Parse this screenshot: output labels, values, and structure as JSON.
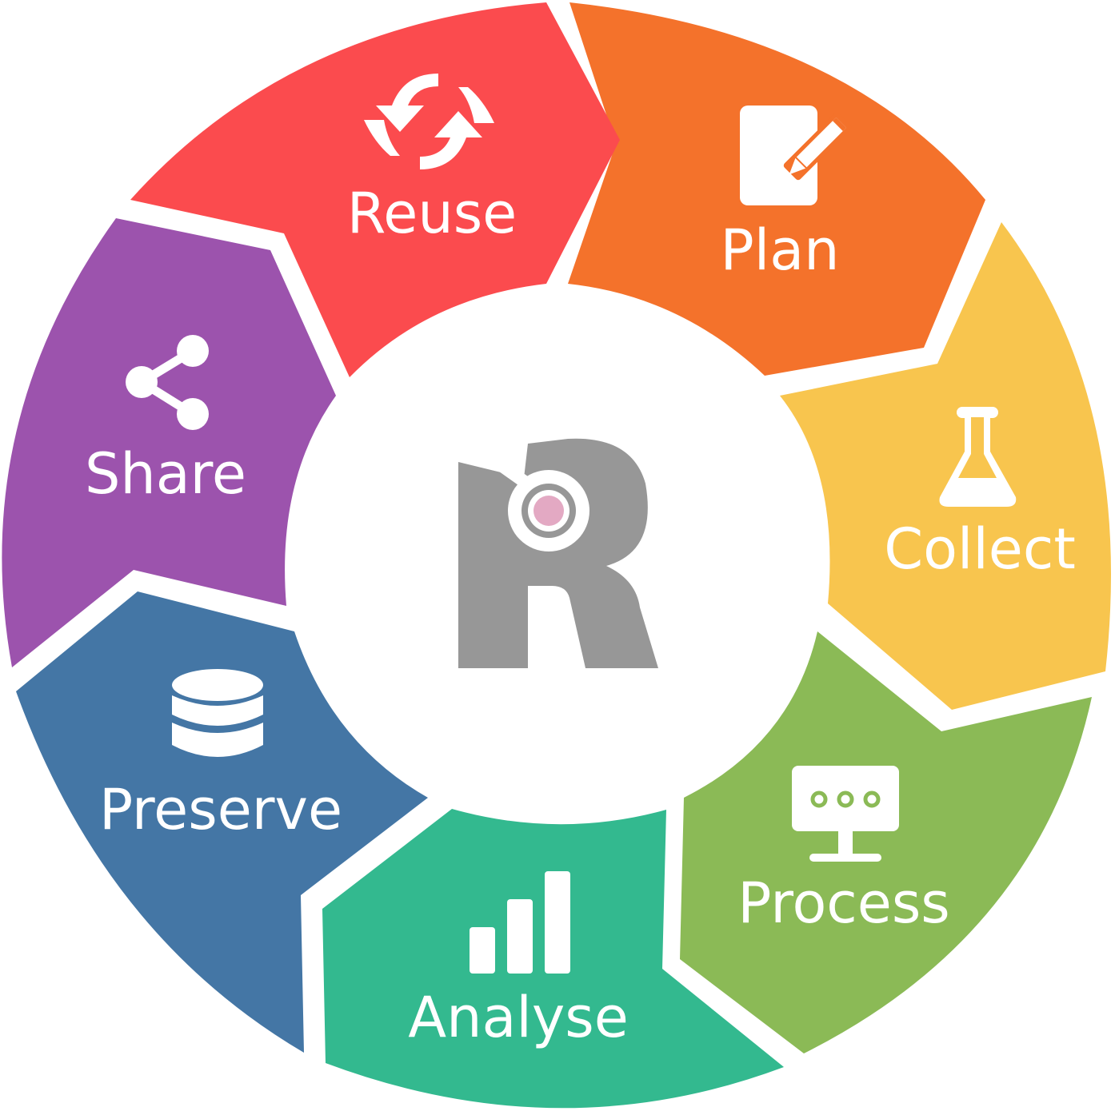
{
  "diagram": {
    "center_logo": {
      "letter": "R",
      "color": "#979797",
      "dot_color": "#e3a9c3"
    },
    "segments": [
      {
        "id": "plan",
        "label": "Plan",
        "icon": "notepad-pencil-icon",
        "color": "#f4722b"
      },
      {
        "id": "collect",
        "label": "Collect",
        "icon": "flask-icon",
        "color": "#f8c54e"
      },
      {
        "id": "process",
        "label": "Process",
        "icon": "monitor-icon",
        "color": "#8bba56"
      },
      {
        "id": "analyse",
        "label": "Analyse",
        "icon": "bar-chart-icon",
        "color": "#33b98f"
      },
      {
        "id": "preserve",
        "label": "Preserve",
        "icon": "database-icon",
        "color": "#4476a5"
      },
      {
        "id": "share",
        "label": "Share",
        "icon": "share-icon",
        "color": "#9c53ad"
      },
      {
        "id": "reuse",
        "label": "Reuse",
        "icon": "recycle-arrows-icon",
        "color": "#fb4b4e"
      }
    ]
  }
}
